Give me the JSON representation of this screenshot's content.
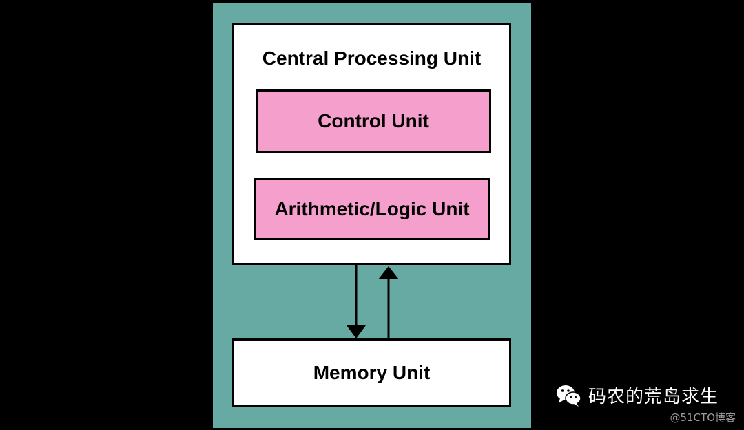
{
  "diagram": {
    "cpu": {
      "title": "Central Processing Unit",
      "components": [
        {
          "label": "Control Unit"
        },
        {
          "label": "Arithmetic/Logic Unit"
        }
      ]
    },
    "memory": {
      "label": "Memory Unit"
    },
    "connections": [
      {
        "from": "Central Processing Unit",
        "to": "Memory Unit",
        "direction": "down"
      },
      {
        "from": "Memory Unit",
        "to": "Central Processing Unit",
        "direction": "up"
      }
    ]
  },
  "colors": {
    "background": "#000000",
    "panel": "#66aaa3",
    "box_fill": "#ffffff",
    "unit_fill": "#f59fcd",
    "stroke": "#000000"
  },
  "watermark": {
    "icon": "wechat-icon",
    "account_name": "码农的荒岛求生",
    "site": "@51CTO博客"
  }
}
